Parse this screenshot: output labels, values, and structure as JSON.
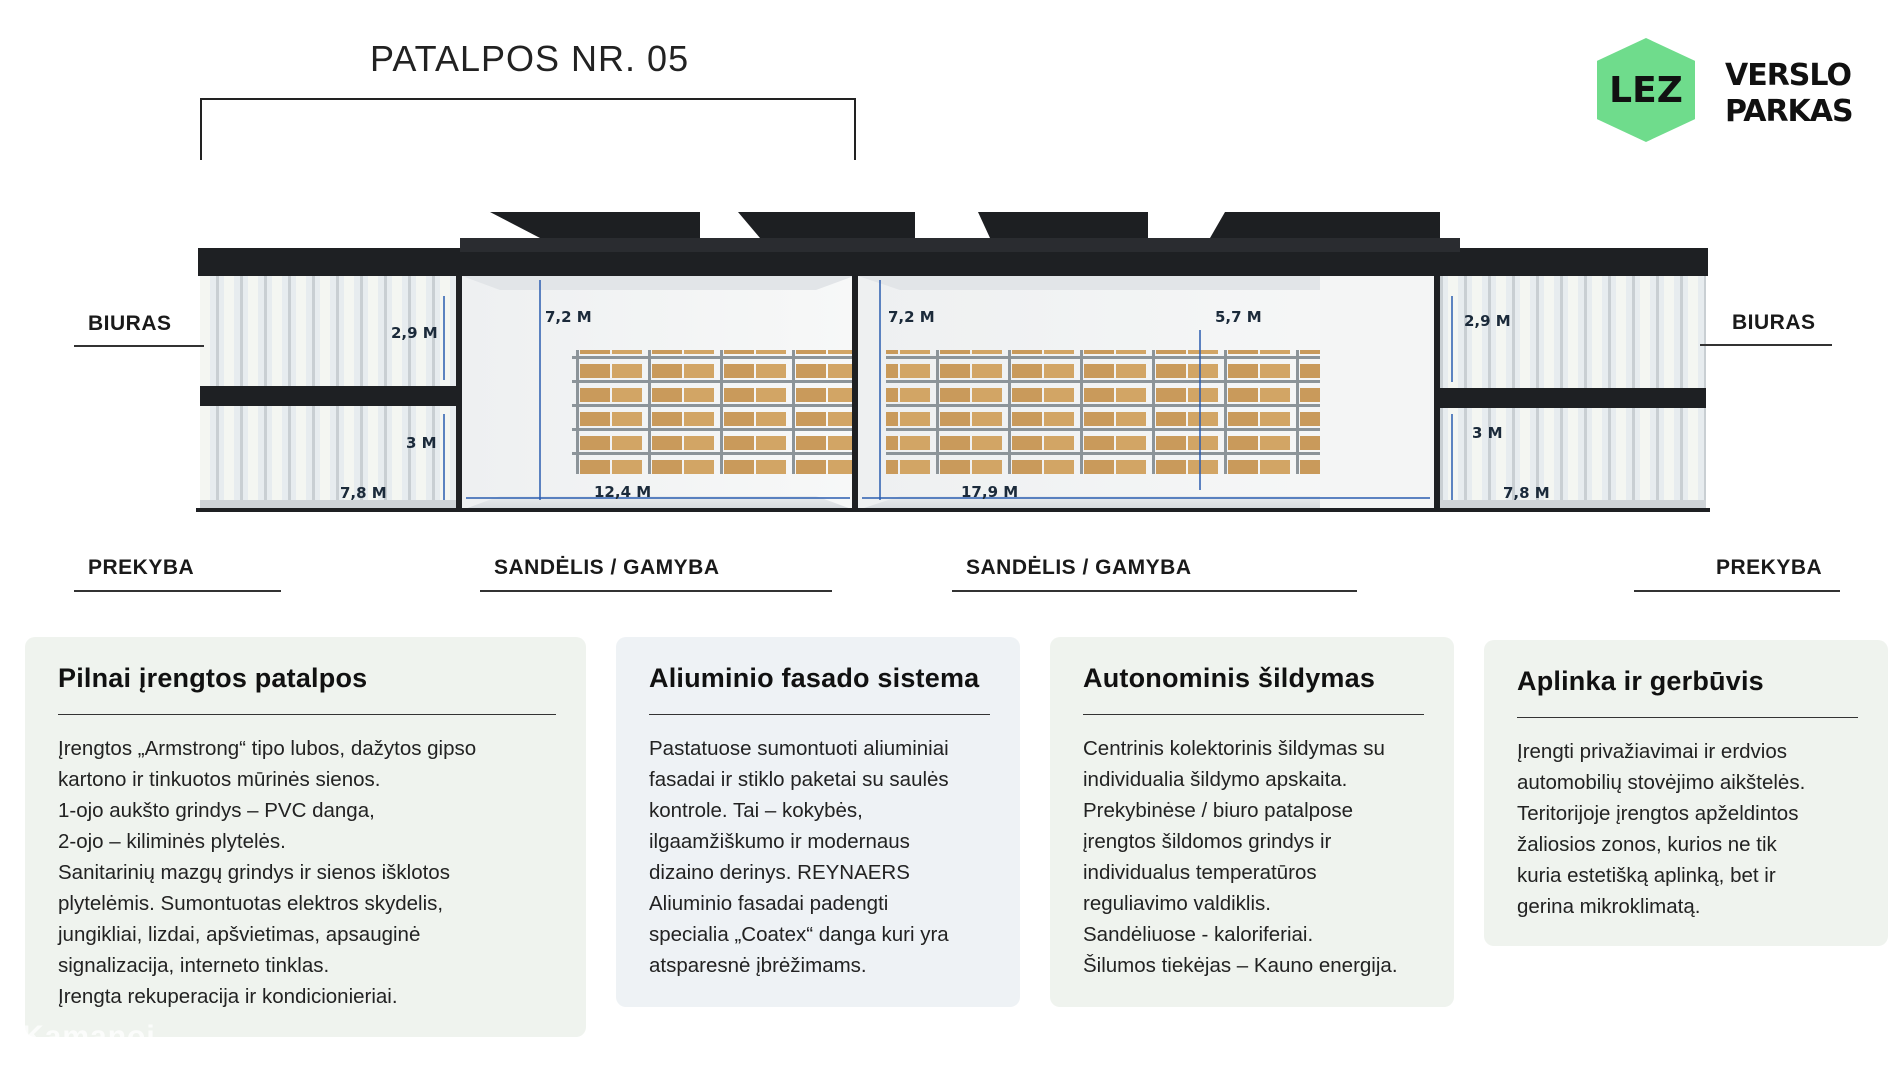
{
  "title": "PATALPOS NR. 05",
  "logo": {
    "mark": "LEZ",
    "line1": "VERSLO",
    "line2": "PARKAS",
    "color": "#6fdc8c"
  },
  "zones": {
    "biuras_left": "BIURAS",
    "biuras_right": "BIURAS",
    "prekyba_left": "PREKYBA",
    "prekyba_right": "PREKYBA",
    "sandelis_1": "SANDĖLIS / GAMYBA",
    "sandelis_2": "SANDĖLIS / GAMYBA"
  },
  "dimensions": {
    "left_office_upper_height": "2,9 M",
    "left_office_lower_height": "3 M",
    "left_office_width": "7,8 M",
    "warehouse1_height": "7,2 M",
    "warehouse1_width": "12,4 M",
    "warehouse2_height": "7,2 M",
    "warehouse2_height_low": "5,7 M",
    "warehouse2_width": "17,9 M",
    "right_office_upper_height": "2,9 M",
    "right_office_lower_height": "3 M",
    "right_office_width": "7,8 M"
  },
  "cards": [
    {
      "title": "Pilnai įrengtos patalpos",
      "lines": [
        "Įrengtos „Armstrong“ tipo lubos, dažytos gipso",
        "kartono ir tinkuotos mūrinės sienos.",
        "1-ojo aukšto grindys – PVC danga,",
        "2-ojo – kiliminės plytelės.",
        "Sanitarinių mazgų grindys ir sienos išklotos",
        "plytelėmis. Sumontuotas elektros skydelis,",
        "jungikliai, lizdai, apšvietimas, apsauginė",
        "signalizacija, interneto tinklas.",
        "Įrengta rekuperacija ir kondicionieriai."
      ]
    },
    {
      "title": "Aliuminio fasado sistema",
      "lines": [
        "Pastatuose sumontuoti aliuminiai",
        "fasadai ir stiklo paketai su saulės",
        "kontrole. Tai – kokybės,",
        "ilgaamžiškumo ir modernaus",
        "dizaino derinys. REYNAERS",
        "Aliuminio fasadai padengti",
        "specialia „Coatex“ danga kuri yra",
        "atsparesnė įbrėžimams."
      ]
    },
    {
      "title": "Autonominis šildymas",
      "lines": [
        "Centrinis kolektorinis šildymas su",
        "individualia šildymo apskaita.",
        "Prekybinėse / biuro patalpose",
        "įrengtos šildomos grindys ir",
        "individualus temperatūros",
        "reguliavimo valdiklis.",
        "Sandėliuose - kaloriferiai.",
        "Šilumos tiekėjas – Kauno energija."
      ]
    },
    {
      "title": "Aplinka ir gerbūvis",
      "lines": [
        "Įrengti privažiavimai ir erdvios",
        "automobilių stovėjimo aikštelės.",
        "Teritorijoje įrengtos apželdintos",
        "žaliosios zonos, kurios ne tik",
        "kuria estetišką aplinką, bet ir",
        "gerina mikroklimatą."
      ]
    }
  ],
  "watermark": "Kamanoi"
}
